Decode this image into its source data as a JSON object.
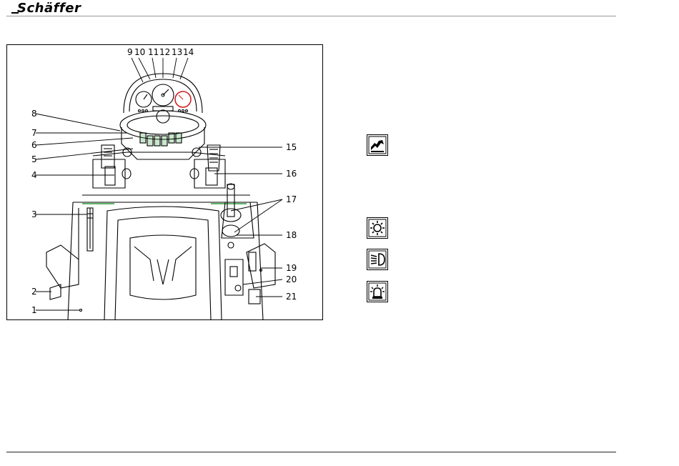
{
  "header": {
    "brand": "Schäffer"
  },
  "figure": {
    "callouts": [
      "9",
      "10",
      "11",
      "12",
      "13",
      "14",
      "8",
      "7",
      "6",
      "5",
      "4",
      "3",
      "2",
      "1",
      "15",
      "16",
      "17",
      "18",
      "19",
      "20",
      "21"
    ]
  },
  "symbols": [
    {
      "icon": "work-hydraulics-icon"
    },
    {
      "icon": "work-light-icon"
    },
    {
      "icon": "headlight-icon"
    },
    {
      "icon": "beacon-icon"
    }
  ],
  "colors": {
    "accent_green": "#2e9b3c",
    "warning_red": "#d02020"
  }
}
